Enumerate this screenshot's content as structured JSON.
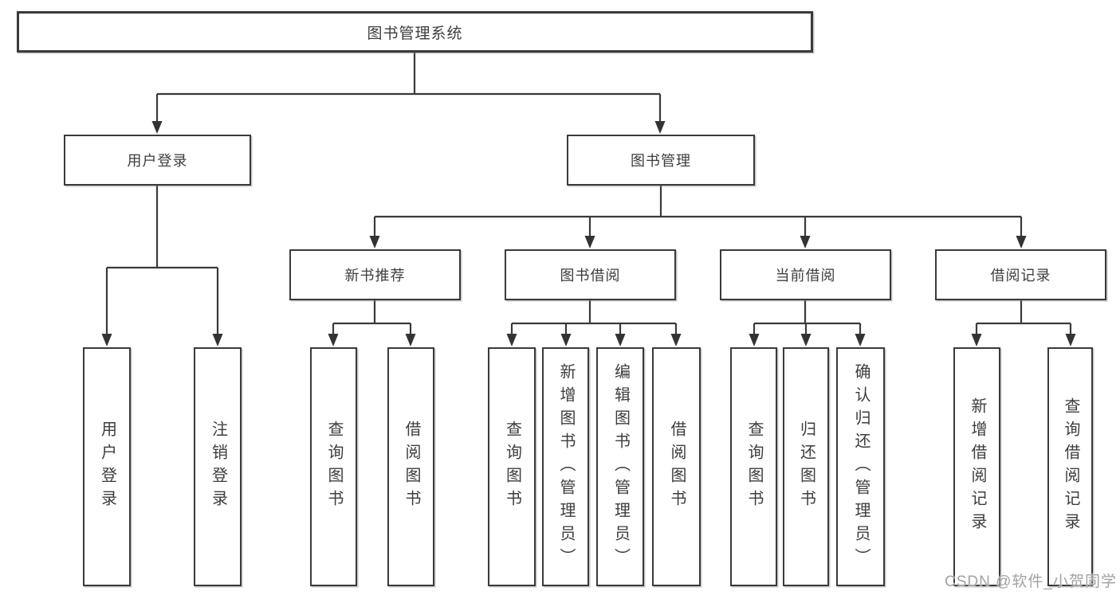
{
  "watermark": {
    "text": "CSDN @软件_小贺同学"
  },
  "colors": {
    "line": "#3a3a3a",
    "box_border": "#3a3a3a",
    "box_fill": "#ffffff",
    "text": "#3d3d3d",
    "watermark": "#a2a2a2",
    "background": "#ffffff"
  },
  "tree": {
    "root": {
      "label": "图书管理系统"
    },
    "level2": [
      {
        "label": "用户登录",
        "children": [
          {
            "label": "用户登录"
          },
          {
            "label": "注销登录"
          }
        ]
      },
      {
        "label": "图书管理",
        "children": [
          {
            "label": "新书推荐",
            "children": [
              {
                "label": "查询图书"
              },
              {
                "label": "借阅图书"
              }
            ]
          },
          {
            "label": "图书借阅",
            "children": [
              {
                "label": "查询图书"
              },
              {
                "label": "新增图书（管理员）"
              },
              {
                "label": "编辑图书（管理员）"
              },
              {
                "label": "借阅图书"
              }
            ]
          },
          {
            "label": "当前借阅",
            "children": [
              {
                "label": "查询图书"
              },
              {
                "label": "归还图书"
              },
              {
                "label": "确认归还（管理员）"
              }
            ]
          },
          {
            "label": "借阅记录",
            "children": [
              {
                "label": "新增借阅记录"
              },
              {
                "label": "查询借阅记录"
              }
            ]
          }
        ]
      }
    ]
  }
}
